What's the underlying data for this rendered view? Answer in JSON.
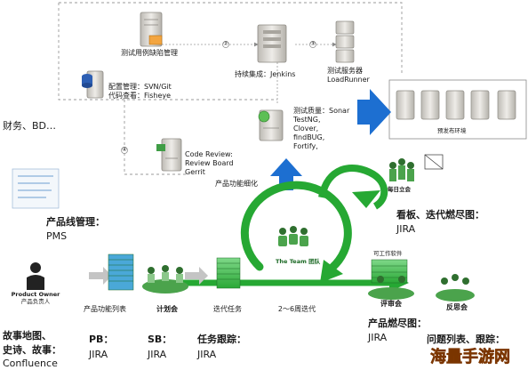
{
  "toolchain": {
    "test_case_mgmt": "测试用例缺陷管理",
    "config_mgmt_line1": "配置管理：SVN/Git",
    "config_mgmt_line2": "代码查看：Fisheye",
    "ci": "持续集成：Jenkins",
    "test_server_line1": "测试服务器",
    "test_server_line2": "LoadRunner",
    "quality_lines": [
      "测试质量：Sonar",
      "TestNG,",
      "Clover,",
      "findBUG,",
      "Fortify,"
    ],
    "code_review_lines": [
      "Code Review:",
      "Review Board",
      "Gerrit"
    ],
    "pre_release_env": "预发布环境",
    "step_numbers": [
      "②",
      "③",
      "④"
    ]
  },
  "sources": {
    "finance_bd": "财务、BD…",
    "product_line_mgmt_label": "产品线管理：",
    "product_line_mgmt_tool": "PMS"
  },
  "flow": {
    "product_owner_line1": "Product Owner",
    "product_owner_line2": "产品负责人",
    "backlog": "产品功能列表",
    "planning": "计划会",
    "iteration_tasks": "迭代任务",
    "iteration_length": "2～6周迭代",
    "team": "The Team 团队",
    "refine": "产品功能细化",
    "working_software": "可工作软件",
    "daily_standup": "每日立会",
    "review": "评审会",
    "retro": "反思会"
  },
  "artifacts": {
    "kanban_label": "看板、迭代燃尽图：",
    "kanban_tool": "JIRA",
    "product_burndown_label": "产品燃尽图：",
    "product_burndown_tool": "JIRA",
    "issues_label": "问题列表、跟踪：",
    "story_map_label": "故事地图、",
    "history_label": "史诗、故事：",
    "history_tool": "Confluence",
    "pb_label": "PB：",
    "pb_tool": "JIRA",
    "sb_label": "SB：",
    "sb_tool": "JIRA",
    "task_label": "任务跟踪：",
    "task_tool": "JIRA"
  },
  "watermark": "海量手游网",
  "colors": {
    "green": "#26a833",
    "blue_arrow": "#1d6fd1",
    "server_gray": "#d8d6d2",
    "dashed": "#9a9a9a",
    "watermark_orange": "#f07a18"
  }
}
